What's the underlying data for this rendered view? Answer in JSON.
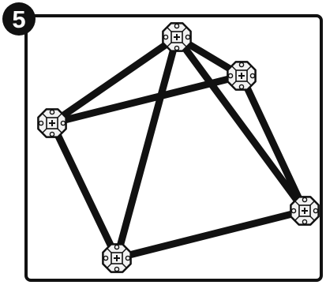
{
  "step": {
    "number": "5"
  },
  "colors": {
    "ink": "#111111",
    "paper": "#ffffff",
    "node_fill": "#f2f2f2"
  },
  "model": {
    "node_icon": "hub-connector-icon",
    "rod_icon": "rod-icon",
    "nodes": [
      {
        "id": "top"
      },
      {
        "id": "upper-right"
      },
      {
        "id": "left"
      },
      {
        "id": "right"
      },
      {
        "id": "bottom"
      }
    ],
    "edges": [
      {
        "from": "top",
        "to": "upper-right"
      },
      {
        "from": "top",
        "to": "left"
      },
      {
        "from": "top",
        "to": "bottom"
      },
      {
        "from": "top",
        "to": "right"
      },
      {
        "from": "upper-right",
        "to": "left"
      },
      {
        "from": "upper-right",
        "to": "right"
      },
      {
        "from": "left",
        "to": "bottom"
      },
      {
        "from": "bottom",
        "to": "right"
      }
    ]
  }
}
